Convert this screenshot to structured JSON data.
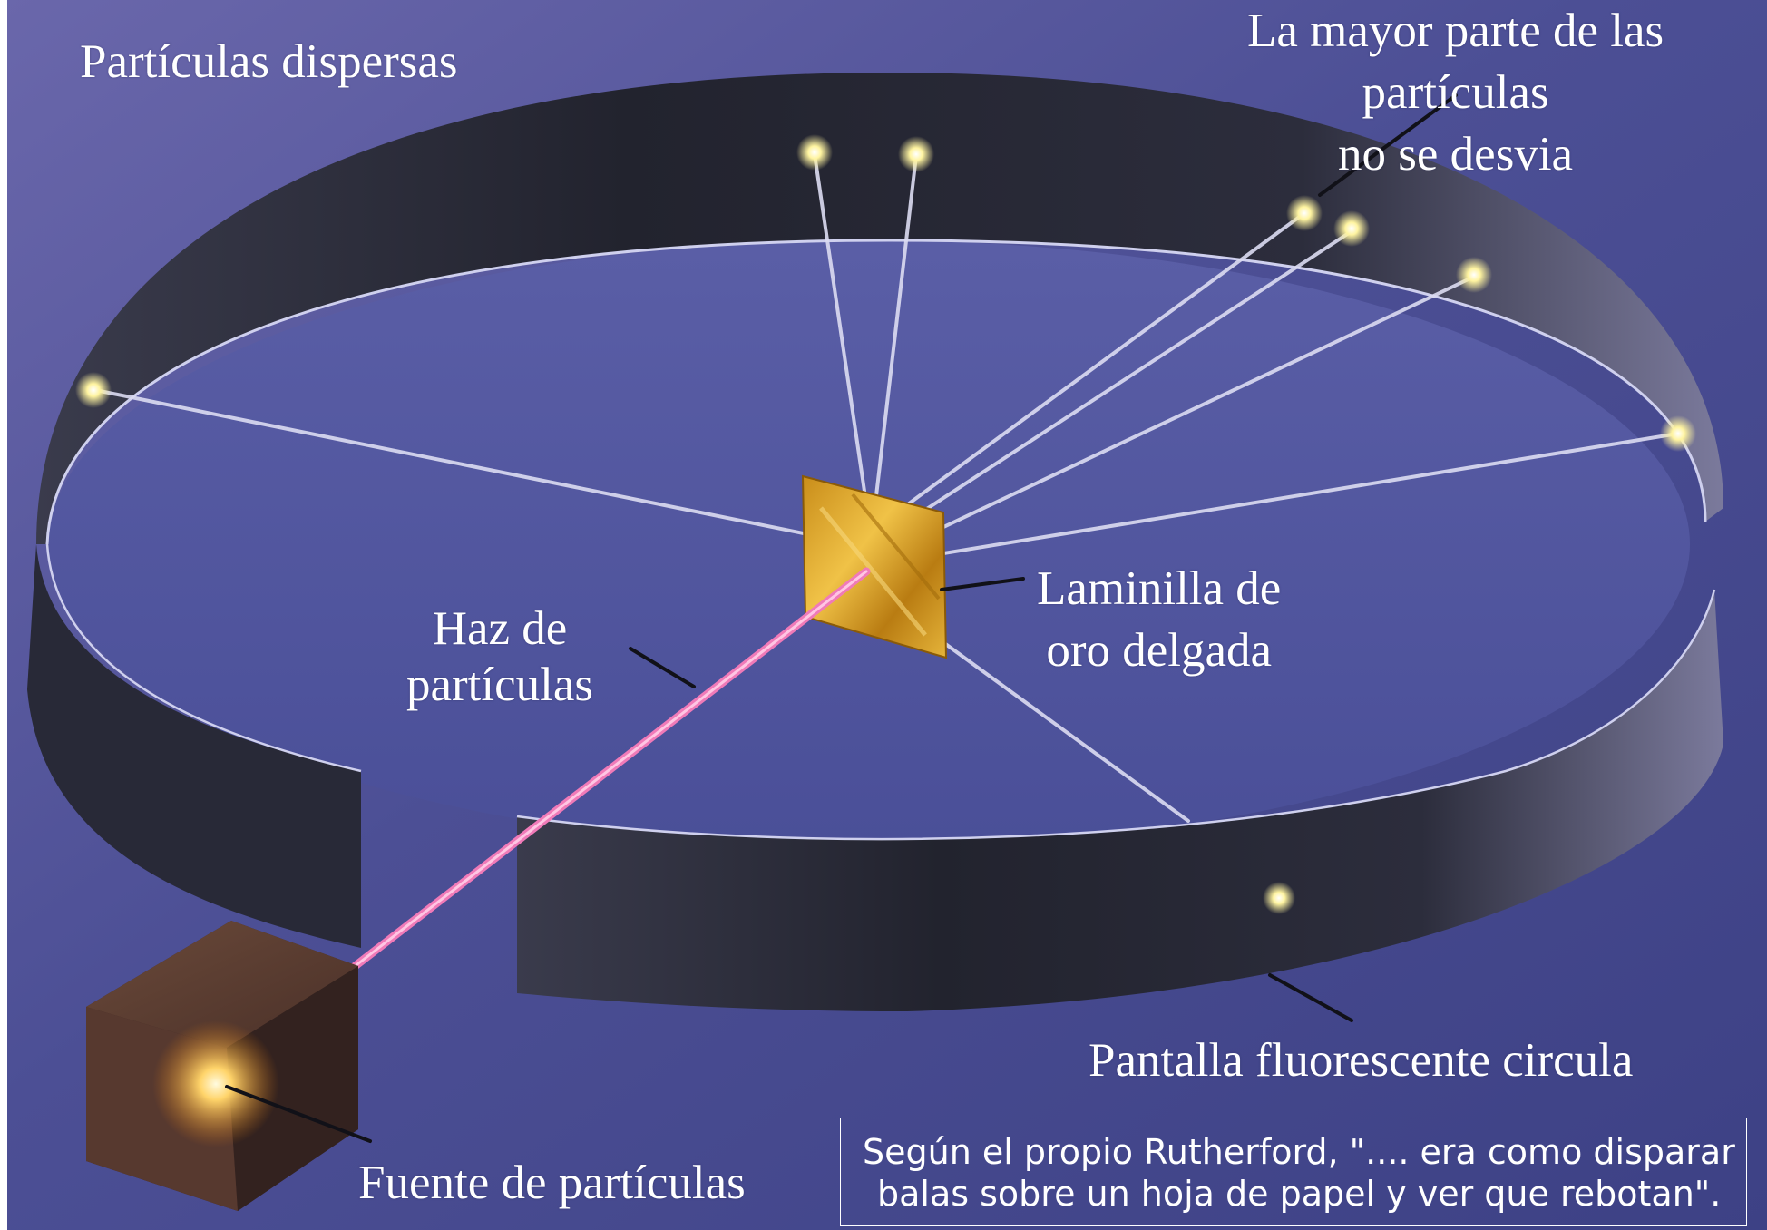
{
  "labels": {
    "scattered": "Partículas dispersas",
    "most_lines": [
      "La mayor parte de las",
      "partículas",
      "no se desvia"
    ],
    "beam_lines": [
      "Haz de",
      "partículas"
    ],
    "foil_lines": [
      "Laminilla de",
      "oro delgada"
    ],
    "screen": "Pantalla fluorescente circula",
    "source": "Fuente de partículas"
  },
  "quote_lines": [
    "Según el propio Rutherford, \".... era como disparar",
    "balas sobre un hoja de papel y ver que rebotan\"."
  ],
  "colors": {
    "background": "#4e4f93",
    "screen_band": "#2a2b3a",
    "beam": "#f07ab8",
    "gold": "#d9a21f",
    "glow": "#fff6a0",
    "text": "#ffffff"
  }
}
